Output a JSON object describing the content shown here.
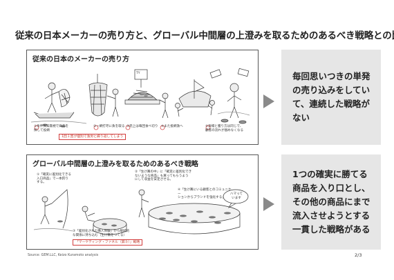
{
  "title": "従来の日本メーカーの売り方と、グローバル中間層の上澄みを取るためのあるべき戦略との比較",
  "panel_top": {
    "heading": "従来の日本のメーカーの売り方",
    "captions": [
      "①条件探知無視で商品を\n探して投網",
      "②一網打尽に魚を取る",
      "③売上は毎回食べ切り",
      "④また投網漁へ",
      "⑤漁場と獲り方は同じで、\n顧客の流れが掴めなくなる"
    ],
    "note": "1回１回が個別で漁労と繰り返してしまう",
    "sign_text": "TY\n売上"
  },
  "panel_bottom": {
    "heading": "グローバル中間層の上澄みを取るためのあるべき戦略",
    "captions": [
      "①「確実に差別化できる\n入口商品」で一本釣り\nする。",
      "②「生け簀の中」に「確実に差別化でき\nないような商品」も買ってもらうよう\nにして収益を安定させる。",
      "③「差別化された購入体験」から継続的\nな関係に持ち込む（生け簀をつくる）",
      "④「生け簀にいる顧客とのコミュニケー\nションからブランドを強化する」"
    ],
    "note": "「マーケティング・ファネル（漏斗）」戦略",
    "bubble_text": "ハマって\nいます"
  },
  "right_top": "毎回思いつきの単発の売り込みをしていて、連続した戦略がない",
  "right_bottom": "1つの確実に勝てる商品を入り口とし、その他の商品にまで流入させようとする一貫した戦略がある",
  "source": "Source: GEM.LLC, Keizo Kuramoto analysis",
  "page": "2/3"
}
